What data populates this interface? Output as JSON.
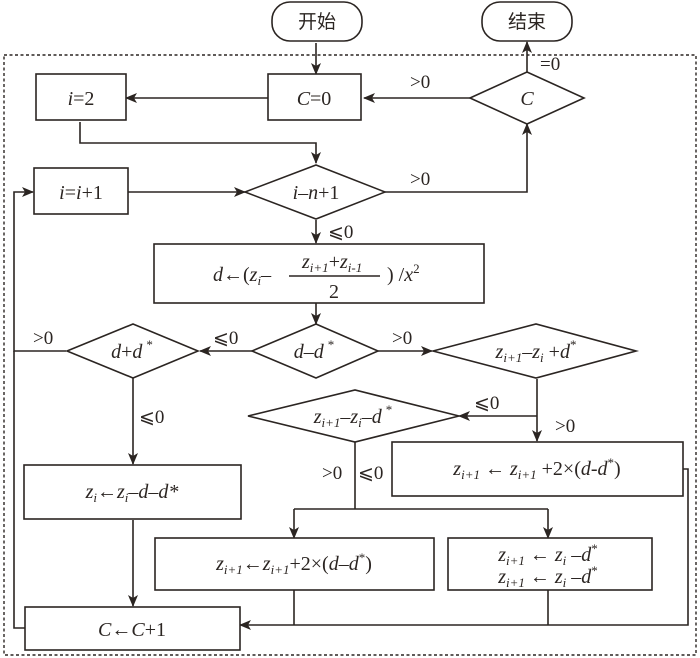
{
  "terminals": {
    "start": "开始",
    "end": "结束"
  },
  "processes": {
    "c_init": {
      "var": "C",
      "rest": "=0"
    },
    "i_init": {
      "var": "i",
      "rest": "=2"
    },
    "i_inc": {
      "a": "i",
      "eq": "=",
      "b": "i",
      "rest": "+1"
    },
    "d_calc": {
      "lhs": "d",
      "arrow": "←(",
      "z": "z",
      "zsub": "i",
      "minus": "–",
      "num_z1": "z",
      "num_s1": "i+1",
      "num_plus": "+",
      "num_z2": "z",
      "num_s2": "i-1",
      "den": "2",
      "tail": ") /",
      "x": "x",
      "xsup": "2"
    },
    "zi_update": {
      "text_z": "z",
      "sub": "i",
      "arrow": "←",
      "z2": "z",
      "sub2": "i",
      "rest": "–d–d*"
    },
    "zi1_update_right": {
      "z": "z",
      "sub": "i+1",
      "arrow": " ← ",
      "z2": "z",
      "sub2": "i+1",
      "rest": " +2×(",
      "d": "d",
      "minus": "-",
      "d2": "d",
      "star": "*",
      "close": ")"
    },
    "zi1_update_mid": {
      "z": "z",
      "sub": "i+1",
      "arrow": "←",
      "z2": "z",
      "sub2": "i+1",
      "rest": "+2×(",
      "d": "d",
      "minus": "–",
      "d2": "d",
      "star": "*",
      "close": ")"
    },
    "zi1_set": {
      "line1": {
        "z": "z",
        "sub": "i+1",
        "arrow": " ← ",
        "z2": "z",
        "sub2": "i",
        "rest": " –",
        "d": "d",
        "star": "*"
      },
      "line2": {
        "z": "z",
        "sub": "i+1",
        "arrow": " ← ",
        "z2": "z",
        "sub2": "i",
        "rest": " –",
        "d": "d",
        "star": "*"
      }
    },
    "c_inc": {
      "a": "C",
      "arrow": "←",
      "b": "C",
      "rest": "+1"
    }
  },
  "decisions": {
    "c_check": {
      "var": "C"
    },
    "loop_check": {
      "a": "i",
      "minus": "–",
      "b": "n",
      "rest": "+1"
    },
    "d_minus": {
      "a": "d",
      "op": "–",
      "b": "d",
      "star": "*"
    },
    "d_plus": {
      "a": "d",
      "op": "+",
      "b": "d",
      "star": "*"
    },
    "diff_plus": {
      "z": "z",
      "sub": "i+1",
      "op": "–",
      "z2": "z",
      "sub2": "i",
      "op2": " +",
      "d": "d",
      "star": "*"
    },
    "diff_minus": {
      "z": "z",
      "sub": "i+1",
      "op": "–",
      "z2": "z",
      "sub2": "i",
      "op2": "–",
      "d": "d",
      "star": "*"
    }
  },
  "edge_labels": {
    "c_gt0": ">0",
    "c_eq0": "=0",
    "loop_gt0": ">0",
    "loop_le0": "⩽0",
    "dminus_le0": "⩽0",
    "dminus_gt0": ">0",
    "dplus_gt0": ">0",
    "dplus_le0": "⩽0",
    "diffplus_le0": "⩽0",
    "diffplus_gt0": ">0",
    "diffminus_gt0": ">0",
    "diffminus_le0": "⩽0"
  }
}
